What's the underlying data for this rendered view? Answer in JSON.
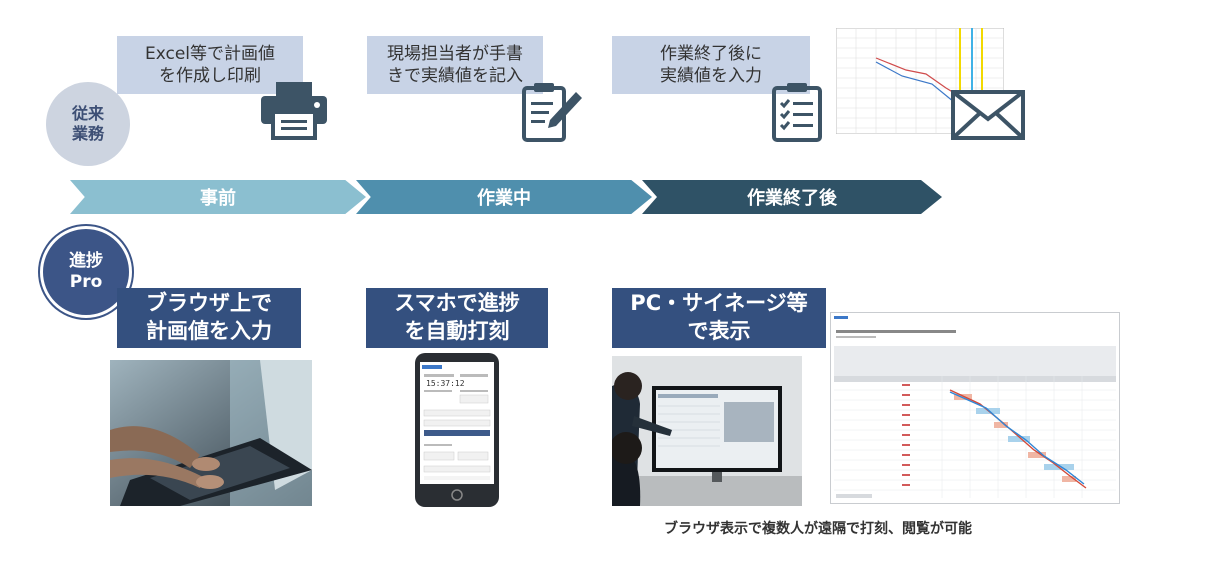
{
  "top": {
    "circle_label": [
      "従来",
      "業務"
    ],
    "notes": [
      [
        "Excel等で計画値",
        "を作成し印刷"
      ],
      [
        "現場担当者が手書",
        "きで実績値を記入"
      ],
      [
        "作業終了後に",
        "実績値を入力"
      ]
    ],
    "icons": [
      "printer-icon",
      "handwriting-clipboard-icon",
      "checklist-clipboard-icon",
      "envelope-icon"
    ]
  },
  "phases": [
    "事前",
    "作業中",
    "作業終了後"
  ],
  "bottom": {
    "circle_label": [
      "進捗",
      "Pro"
    ],
    "boxes": [
      [
        "ブラウザ上で",
        "計画値を入力"
      ],
      [
        "スマホで進捗",
        "を自動打刻"
      ],
      [
        "PC・サイネージ等",
        "で表示"
      ]
    ],
    "phone": {
      "time": "15:37:12"
    },
    "caption": "ブラウザ表示で複数人が遠隔で打刻、閲覧が可能"
  },
  "colors": {
    "note_bg": "#c8d3e6",
    "arrow_1": "#8bbfd0",
    "arrow_2": "#4f8fad",
    "arrow_3": "#2f5266",
    "pro_box": "#34507f",
    "icon": "#3d5466"
  }
}
